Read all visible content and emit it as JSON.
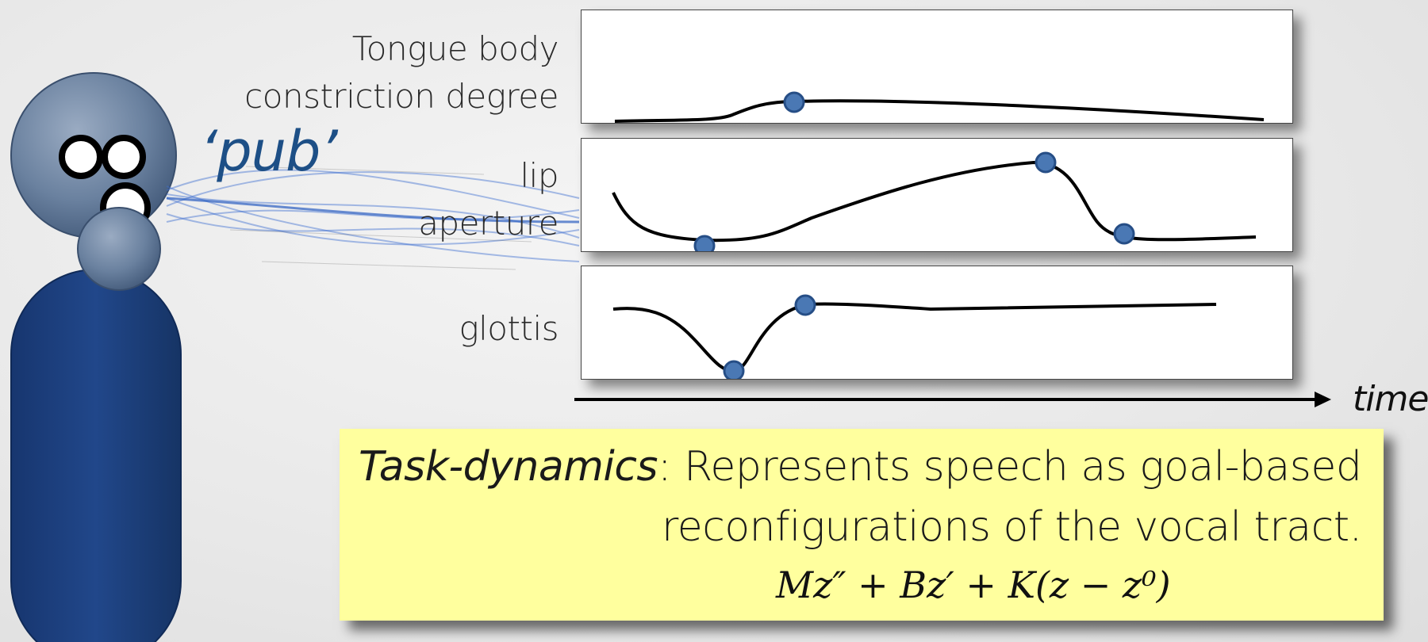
{
  "word": "‘pub’",
  "rows": [
    {
      "label_line1": "Tongue body",
      "label_line2": "constriction degree"
    },
    {
      "label_line1": "lip",
      "label_line2": "aperture"
    },
    {
      "label_line1": "glottis",
      "label_line2": ""
    }
  ],
  "axis": {
    "label": "time"
  },
  "note": {
    "term": "Task-dynamics",
    "line1_rest": ": Represents speech as goal-based",
    "line2": "reconfigurations of the vocal tract.",
    "equation": "Mz″ + Bz′ + K(z − z⁰)"
  },
  "colors": {
    "accent": "#1d4f86",
    "point": "#4a78b4",
    "note_bg": "#ffff9e",
    "figure_body": "#1a3d7c",
    "figure_head": "#6f86a4"
  },
  "icons": [
    "speaker-figure-icon",
    "articulation-streams-icon",
    "time-arrow-icon"
  ]
}
